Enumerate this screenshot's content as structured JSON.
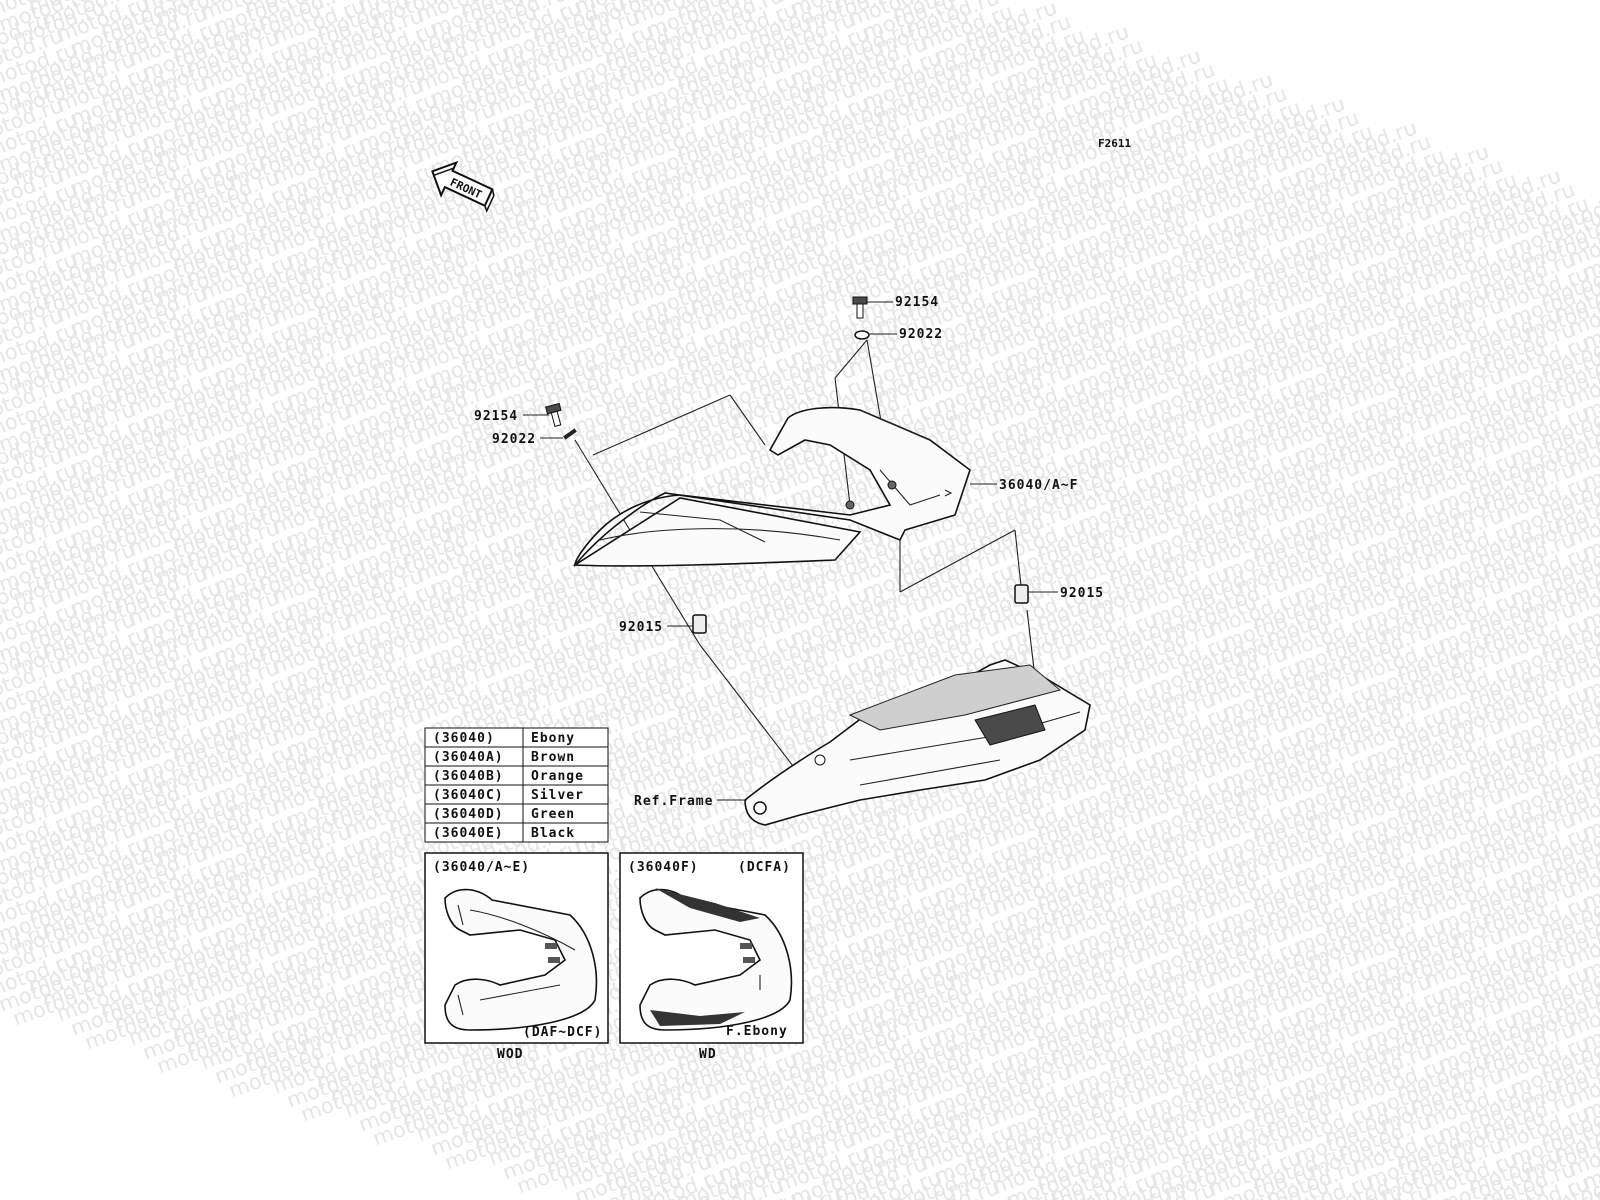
{
  "figure_id": "F2611",
  "watermark": "motod.ru",
  "front_label": "FRONT",
  "callouts": {
    "bolt_right": "92154",
    "washer_right": "92022",
    "bolt_left": "92154",
    "washer_left": "92022",
    "cover": "36040/A~F",
    "grommet_right": "92015",
    "grommet_left": "92015",
    "frame": "Ref.Frame"
  },
  "color_table": [
    {
      "code": "(36040)",
      "color": "Ebony"
    },
    {
      "code": "(36040A)",
      "color": "Brown"
    },
    {
      "code": "(36040B)",
      "color": "Orange"
    },
    {
      "code": "(36040C)",
      "color": "Silver"
    },
    {
      "code": "(36040D)",
      "color": "Green"
    },
    {
      "code": "(36040E)",
      "color": "Black"
    }
  ],
  "box_left": {
    "title": "(36040/A~E)",
    "note": "(DAF~DCF)",
    "caption": "WOD"
  },
  "box_right": {
    "title": "(36040F)",
    "tag": "(DCFA)",
    "note": "F.Ebony",
    "caption": "WD"
  }
}
